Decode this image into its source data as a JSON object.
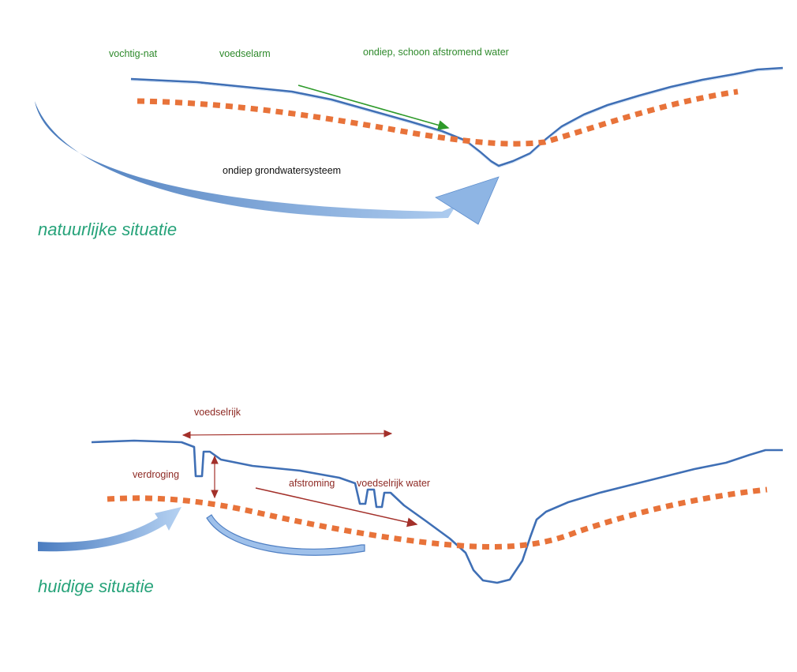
{
  "natural": {
    "title": "natuurlijke situatie",
    "labels": {
      "wet": "vochtig-nat",
      "nutrient_poor": "voedselarm",
      "shallow_water": "ondiep, schoon afstromend water",
      "groundwater_system": "ondiep grondwatersysteem"
    }
  },
  "current": {
    "title": "huidige situatie",
    "labels": {
      "nutrient_rich": "voedselrijk",
      "drying": "verdroging",
      "runoff": "afstroming",
      "nutrient_rich_water": "voedselrijk water"
    }
  },
  "colors": {
    "ground_line": "#3f6fb5",
    "water_table": "#e8733a",
    "green_arrow": "#2e9a2a",
    "red_arrow": "#a3302a",
    "flow_arrow": "#6f9fd8",
    "title": "#27a37a"
  }
}
